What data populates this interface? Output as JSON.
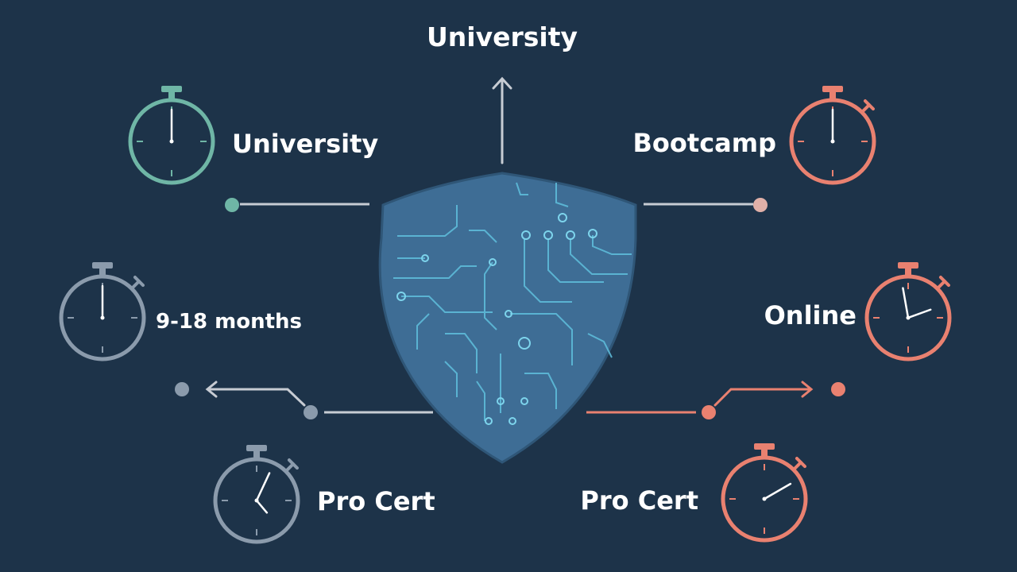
{
  "top_label": "University",
  "nodes": {
    "teal": {
      "label": "University",
      "color": "#6fb6a6",
      "icon": "stopwatch-icon"
    },
    "coral_top": {
      "label": "Bootcamp",
      "color": "#e98170",
      "icon": "stopwatch-icon"
    },
    "grey_mid": {
      "label": "9-18 months",
      "color": "#8b9bac",
      "icon": "stopwatch-icon"
    },
    "coral_mid": {
      "label": "Online",
      "color": "#e98170",
      "icon": "stopwatch-icon"
    },
    "grey_bottom": {
      "label": "Pro Cert",
      "color": "#8b9bac",
      "icon": "stopwatch-icon"
    },
    "coral_bottom": {
      "label": "Pro Cert",
      "color": "#e98170",
      "icon": "stopwatch-icon"
    }
  },
  "center_icon": "circuit-shield-icon",
  "colors": {
    "background": "#1d3349",
    "shield": "#3e6d95",
    "circuit": "#5fc0dd",
    "teal": "#6fb6a6",
    "coral": "#e98170",
    "grey": "#8b9bac",
    "arrow": "#c7ccd3"
  }
}
